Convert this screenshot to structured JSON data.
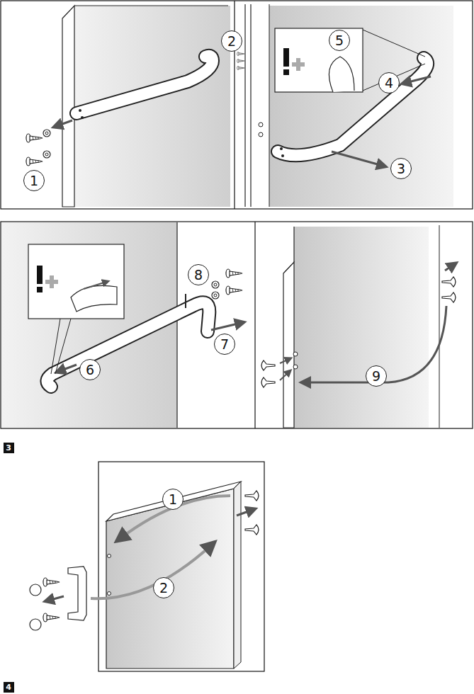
{
  "diagram": {
    "nodes": [
      {
        "text": [
          "1"
        ]
      },
      {
        "text": [
          "2"
        ]
      },
      {
        "text": [
          "5"
        ]
      },
      {
        "text": [
          "4"
        ]
      },
      {
        "text": [
          "3"
        ]
      },
      {
        "text": [
          "8"
        ]
      },
      {
        "text": [
          "7"
        ]
      },
      {
        "text": [
          "6"
        ]
      },
      {
        "text": [
          "9"
        ]
      },
      {
        "text": [
          "3"
        ]
      },
      {
        "text": [
          "1"
        ]
      },
      {
        "text": [
          "2"
        ]
      },
      {
        "text": [
          "4"
        ]
      }
    ]
  }
}
